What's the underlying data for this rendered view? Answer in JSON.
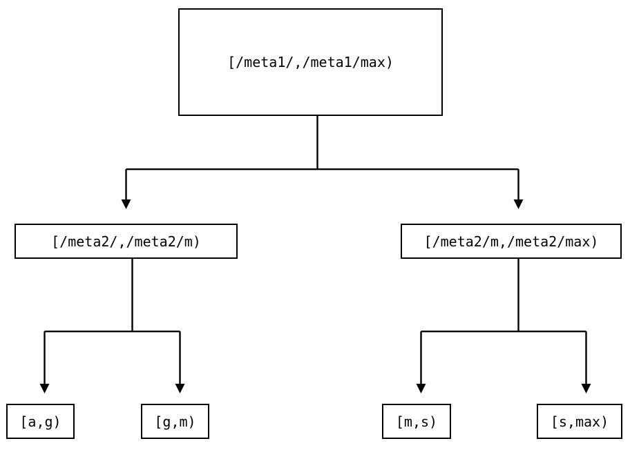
{
  "diagram": {
    "type": "tree",
    "orientation": "top-down",
    "title": "",
    "background_color": "#ffffff",
    "line_color": "#000000",
    "text_color": "#000000",
    "nodes": {
      "root": {
        "id": "root",
        "label": "[/meta1/,/meta1/max)",
        "level": 0
      },
      "level2": [
        {
          "id": "l2-left",
          "label": "[/meta2/,/meta2/m)",
          "level": 1
        },
        {
          "id": "l2-right",
          "label": "[/meta2/m,/meta2/max)",
          "level": 1
        }
      ],
      "leaves": [
        {
          "id": "leaf-ag",
          "label": "[a,g)",
          "level": 2,
          "parent": "l2-left"
        },
        {
          "id": "leaf-gm",
          "label": "[g,m)",
          "level": 2,
          "parent": "l2-left"
        },
        {
          "id": "leaf-ms",
          "label": "[m,s)",
          "level": 2,
          "parent": "l2-right"
        },
        {
          "id": "leaf-smax",
          "label": "[s,max)",
          "level": 2,
          "parent": "l2-right"
        }
      ]
    },
    "edges": [
      {
        "from": "root",
        "to": "l2-left",
        "arrow": "down"
      },
      {
        "from": "root",
        "to": "l2-right",
        "arrow": "down"
      },
      {
        "from": "l2-left",
        "to": "leaf-ag",
        "arrow": "down"
      },
      {
        "from": "l2-left",
        "to": "leaf-gm",
        "arrow": "down"
      },
      {
        "from": "l2-right",
        "to": "leaf-ms",
        "arrow": "down"
      },
      {
        "from": "l2-right",
        "to": "leaf-smax",
        "arrow": "down"
      }
    ]
  }
}
